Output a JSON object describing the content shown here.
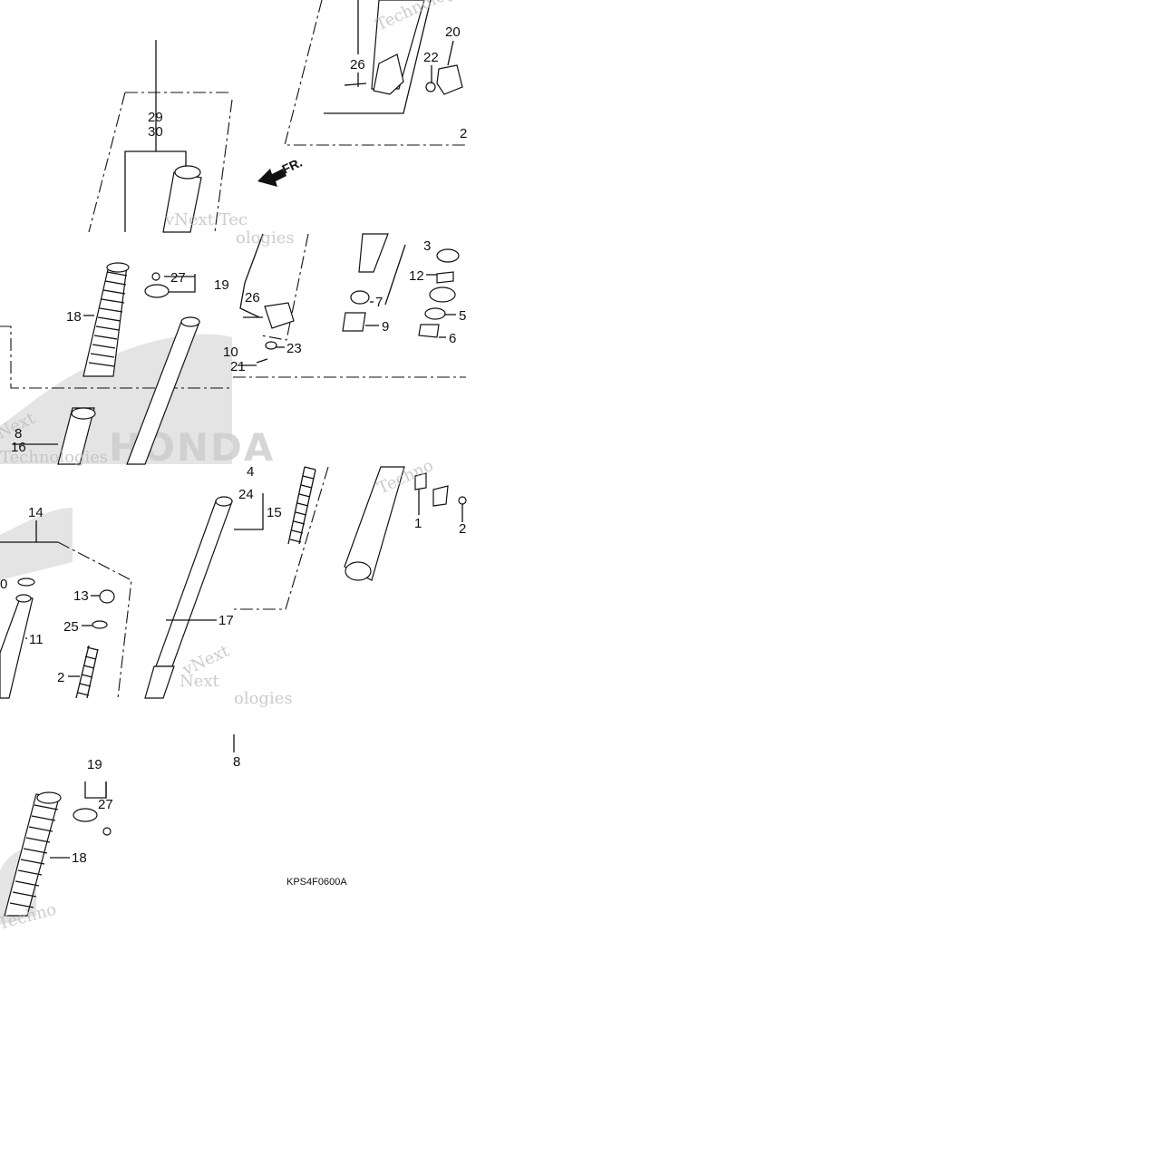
{
  "diagram": {
    "part_code": "KPS4F0600A",
    "direction_label": "FR.",
    "brand_mark": "HONDA",
    "watermarks": [
      "Technologies",
      "vNext Tec",
      "ologies",
      "Next",
      "Technologies",
      "vNext",
      "Techno",
      "Next",
      "ologies",
      "Techno"
    ],
    "callouts": [
      {
        "id": "c-29",
        "text": "29"
      },
      {
        "id": "c-30",
        "text": "30"
      },
      {
        "id": "c-26a",
        "text": "26"
      },
      {
        "id": "c-22",
        "text": "22"
      },
      {
        "id": "c-20",
        "text": "20"
      },
      {
        "id": "c-2top",
        "text": "2"
      },
      {
        "id": "c-27a",
        "text": "27"
      },
      {
        "id": "c-19a",
        "text": "19"
      },
      {
        "id": "c-18a",
        "text": "18"
      },
      {
        "id": "c-26b",
        "text": "26"
      },
      {
        "id": "c-3",
        "text": "3"
      },
      {
        "id": "c-12",
        "text": "12"
      },
      {
        "id": "c-7",
        "text": "7"
      },
      {
        "id": "c-9",
        "text": "9"
      },
      {
        "id": "c-5",
        "text": "5"
      },
      {
        "id": "c-6",
        "text": "6"
      },
      {
        "id": "c-23",
        "text": "23"
      },
      {
        "id": "c-10",
        "text": "10"
      },
      {
        "id": "c-21",
        "text": "21"
      },
      {
        "id": "c-8a",
        "text": "8"
      },
      {
        "id": "c-16",
        "text": "16"
      },
      {
        "id": "c-4",
        "text": "4"
      },
      {
        "id": "c-14",
        "text": "14"
      },
      {
        "id": "c-24",
        "text": "24"
      },
      {
        "id": "c-15",
        "text": "15"
      },
      {
        "id": "c-1",
        "text": "1"
      },
      {
        "id": "c-2right",
        "text": "2"
      },
      {
        "id": "c-0",
        "text": "0"
      },
      {
        "id": "c-13",
        "text": "13"
      },
      {
        "id": "c-25",
        "text": "25"
      },
      {
        "id": "c-11",
        "text": "11"
      },
      {
        "id": "c-17",
        "text": "17"
      },
      {
        "id": "c-2b",
        "text": "2"
      },
      {
        "id": "c-8b",
        "text": "8"
      },
      {
        "id": "c-19b",
        "text": "19"
      },
      {
        "id": "c-27b",
        "text": "27"
      },
      {
        "id": "c-18b",
        "text": "18"
      }
    ]
  }
}
